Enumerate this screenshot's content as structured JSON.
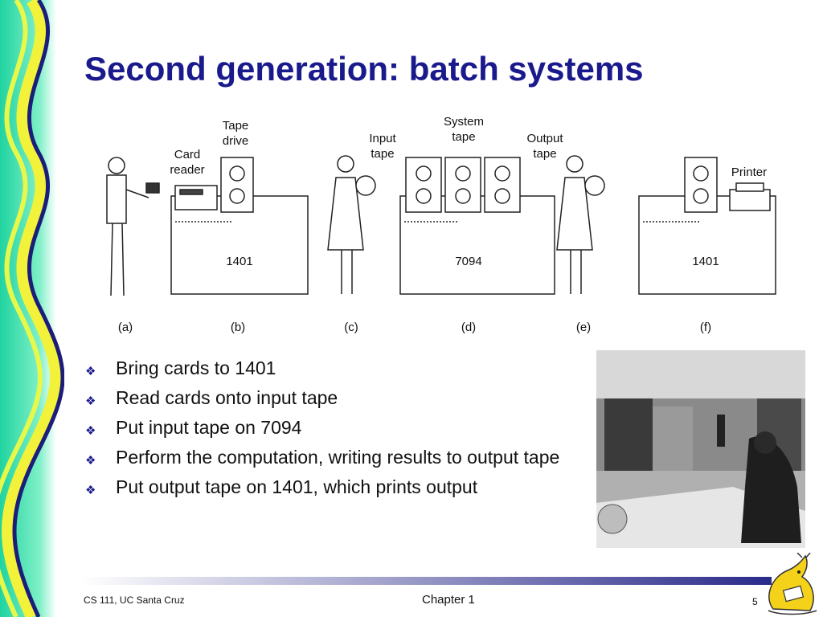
{
  "slide": {
    "title": "Second generation: batch systems"
  },
  "figure": {
    "labels": {
      "card_reader": [
        "Card",
        "reader"
      ],
      "tape_drive": [
        "Tape",
        "drive"
      ],
      "input_tape": [
        "Input",
        "tape"
      ],
      "system_tape": [
        "System",
        "tape"
      ],
      "output_tape": [
        "Output",
        "tape"
      ],
      "printer": "Printer"
    },
    "machines": {
      "b": "1401",
      "d": "7094",
      "f": "1401"
    },
    "captions": [
      "(a)",
      "(b)",
      "(c)",
      "(d)",
      "(e)",
      "(f)"
    ]
  },
  "bullets": [
    "Bring cards to 1401",
    "Read cards onto input tape",
    "Put input tape on 7094",
    "Perform the computation, writing results to output tape",
    "Put output tape on 1401, which prints output"
  ],
  "footer": {
    "left": "CS 111, UC Santa Cruz",
    "center": "Chapter 1",
    "page": "5"
  },
  "colors": {
    "title": "#1a1a8c",
    "wave_teal": "#2ed8a6",
    "wave_yellow": "#f2f23a",
    "wave_navy": "#1c1c7a",
    "footer_gradient_start": "#ffffff",
    "footer_gradient_end": "#2a2a8a"
  },
  "icons": {
    "bullet": "diamond-bullet-icon",
    "mascot": "banana-slug-mascot-icon"
  }
}
